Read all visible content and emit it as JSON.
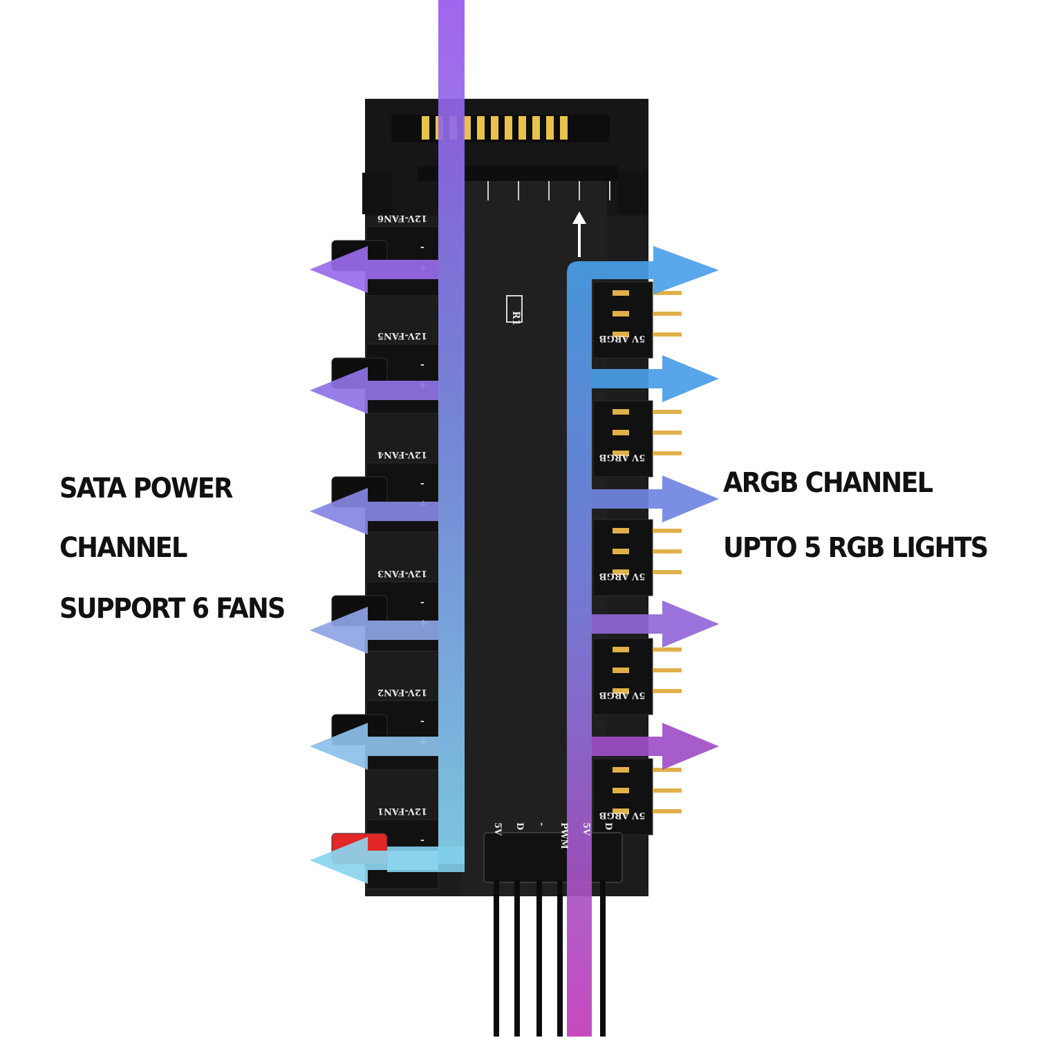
{
  "left_caption": {
    "line1": "SATA POWER",
    "line2": "CHANNEL",
    "line3": "SUPPORT 6 FANS"
  },
  "right_caption": {
    "line1": "ARGB CHANNEL",
    "line2": "UPTO 5 RGB LIGHTS"
  },
  "board": {
    "resistor_label": "R1",
    "fan_headers": [
      "12V-FAN6",
      "12V-FAN5",
      "12V-FAN4",
      "12V-FAN3",
      "12V-FAN2",
      "12V-FAN1"
    ],
    "argb_headers": [
      "5V ARGB",
      "5V ARGB",
      "5V ARGB",
      "5V ARGB",
      "5V ARGB"
    ],
    "pin_minus": "-",
    "pin_plus": "+",
    "input_pins": [
      "5V",
      "D",
      "-",
      "PWM",
      "5V",
      "D"
    ]
  },
  "colors": {
    "board": "#1b1b1b",
    "sata_contacts": "#e8c24a",
    "fan_flow_top": "#8f5be8",
    "fan_flow_bottom": "#7fd3ee",
    "argb_flow_top": "#4f9ae8",
    "argb_flow_bottom": "#b03ec0",
    "fan1_plug": "#e32626"
  }
}
